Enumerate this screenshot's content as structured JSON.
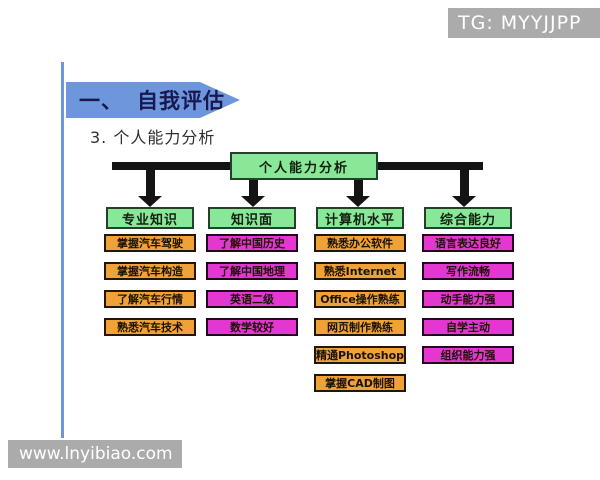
{
  "watermarks": {
    "top_right": "TG: MYYJJPP",
    "bottom_left": "www.lnyibiao.com"
  },
  "header": {
    "section_number": "一、",
    "section_title": "自我评估",
    "subtitle": "3. 个人能力分析"
  },
  "diagram": {
    "root": "个人能力分析",
    "columns": [
      {
        "category": "专业知识",
        "item_color": "orange",
        "items": [
          "掌握汽车驾驶",
          "掌握汽车构造",
          "了解汽车行情",
          "熟悉汽车技术"
        ]
      },
      {
        "category": "知识面",
        "item_color": "magenta",
        "items": [
          "了解中国历史",
          "了解中国地理",
          "英语二级",
          "数学较好"
        ]
      },
      {
        "category": "计算机水平",
        "item_color": "orange",
        "items": [
          "熟悉办公软件",
          "熟悉Internet",
          "Office操作熟练",
          "网页制作熟练",
          "精通Photoshop",
          "掌握CAD制图"
        ]
      },
      {
        "category": "综合能力",
        "item_color": "magenta",
        "items": [
          "语言表达良好",
          "写作流畅",
          "动手能力强",
          "自学主动",
          "组织能力强"
        ]
      }
    ]
  },
  "colors": {
    "green": "#89E897",
    "orange": "#EEA238",
    "magenta": "#E437CF",
    "banner_blue": "#6E96DC",
    "watermark_gray": "#ABABAB",
    "connector_black": "#141414"
  }
}
